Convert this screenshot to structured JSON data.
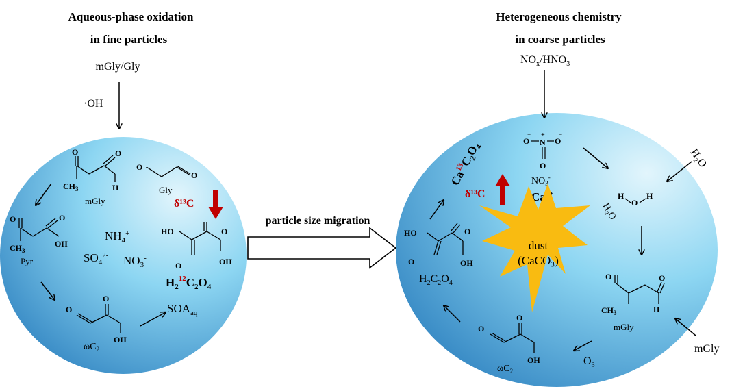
{
  "left": {
    "title_line1": "Aqueous-phase oxidation",
    "title_line2": "in fine particles",
    "precursor": "mGly/Gly",
    "oxidant": "·OH",
    "mgly_label": "mGly",
    "gly_label": "Gly",
    "delta_label": "δ¹³C",
    "pyr_label": "Pyr",
    "nh4_base": "NH",
    "nh4_sub": "4",
    "nh4_sup": "+",
    "so4_base": "SO",
    "so4_sub": "4",
    "so4_sup": "2-",
    "no3_base": "NO",
    "no3_sub": "3",
    "no3_sup": "-",
    "oxalic_h": "H",
    "oxalic_h_sub": "2",
    "oxalic_iso": "12",
    "oxalic_c": "C",
    "oxalic_c_sub": "2",
    "oxalic_o": "O",
    "oxalic_o_sub": "4",
    "soa_base": "SOA",
    "soa_sub": "aq",
    "wc2_base": "ωC",
    "wc2_sub": "2"
  },
  "middle": {
    "migration_label": "particle size migration"
  },
  "right": {
    "title_line1": "Heterogeneous chemistry",
    "title_line2": "in  coarse particles",
    "precursor_base": "NO",
    "precursor_sub": "x",
    "precursor_rest": "/HNO",
    "precursor_sub2": "3",
    "ca_oxalate": "Ca",
    "ca_iso": "13",
    "ca_c": "C",
    "ca_c_sub": "2",
    "ca_o": "O",
    "ca_o_sub": "4",
    "delta_label": "δ¹³C",
    "nitrate_label_base": "NO",
    "nitrate_label_sub": "3",
    "nitrate_label_sup": "-",
    "ca_ion": "Ca",
    "ca_ion_sup": "2+",
    "h2o_outer": "H₂O",
    "h2o_inner": "H₂O",
    "dust_line1": "dust",
    "dust_line2": "(CaCO₃)",
    "oxalic_base": "H",
    "oxalic_sub1": "2",
    "oxalic_c": "C",
    "oxalic_sub2": "2",
    "oxalic_o": "O",
    "oxalic_sub3": "4",
    "mgly_inner": "mGly",
    "mgly_outer": "mGly",
    "o3_base": "O",
    "o3_sub": "3",
    "wc2_base": "ωC",
    "wc2_sub": "2"
  },
  "colors": {
    "sphere_light": "#d8f1fb",
    "sphere_mid": "#7fcdec",
    "sphere_dark": "#3d8fc9",
    "delta_red": "#c00000",
    "dust_star": "#f9bb11"
  }
}
